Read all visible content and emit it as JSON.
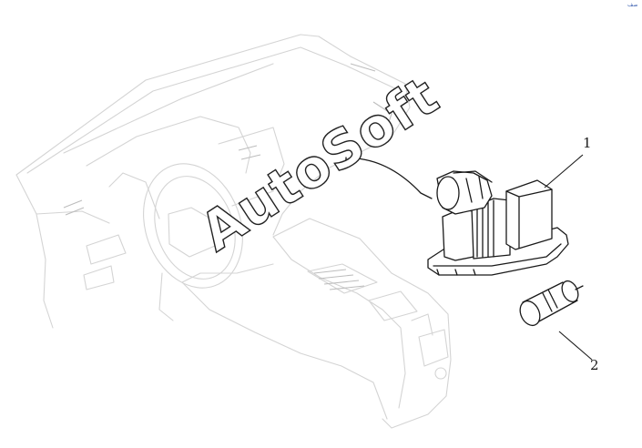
{
  "callouts": {
    "part_1": "1",
    "part_2": "2"
  },
  "watermark": {
    "text": "AutoSoft"
  },
  "corner_logo": {
    "text": "صف"
  },
  "colors": {
    "line": "#1a1a1a",
    "ghost_line": "#d4d4d4",
    "logo_blue": "#3a5fb0"
  }
}
